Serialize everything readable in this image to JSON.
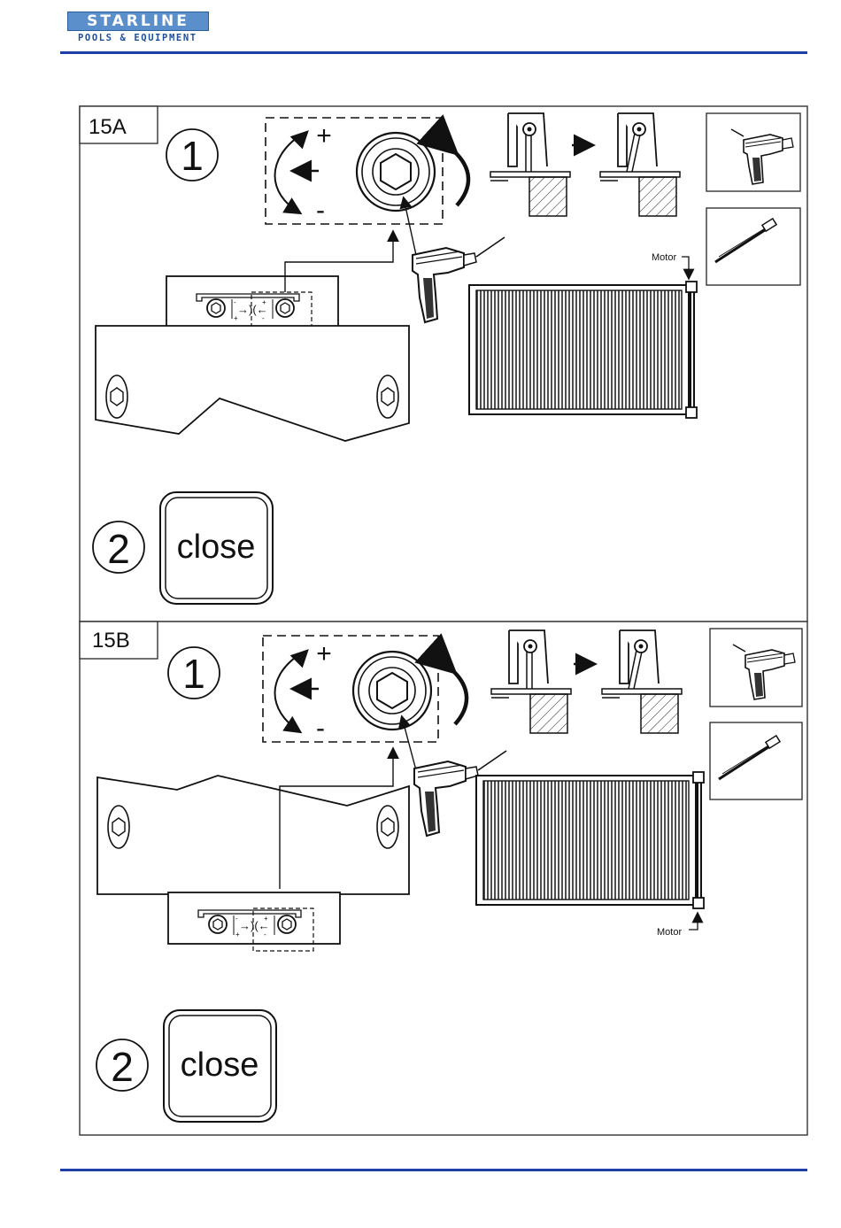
{
  "header": {
    "logo_title": "STARLINE",
    "logo_subtitle": "POOLS & EQUIPMENT"
  },
  "panels": [
    {
      "id": "15A",
      "step1": "1",
      "plus": "+",
      "minus": "-",
      "motor_label": "Motor",
      "step2": "2",
      "close_label": "close"
    },
    {
      "id": "15B",
      "step1": "1",
      "plus": "+",
      "minus": "-",
      "motor_label": "Motor",
      "step2": "2",
      "close_label": "close"
    }
  ],
  "colors": {
    "brand_blue": "#1f3fa8",
    "logo_blue": "#5b8fcb"
  }
}
